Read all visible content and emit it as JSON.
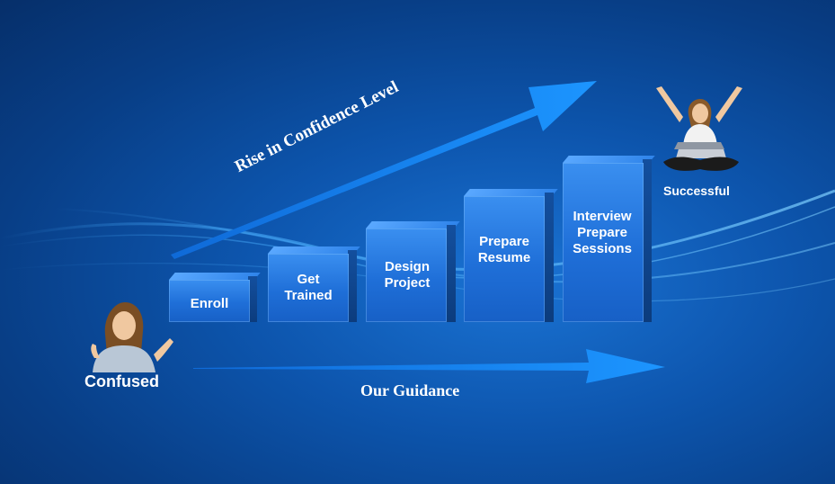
{
  "steps": [
    {
      "label": "Enroll"
    },
    {
      "label": "Get\nTrained"
    },
    {
      "label": "Design\nProject"
    },
    {
      "label": "Prepare\nResume"
    },
    {
      "label": "Interview\nPrepare\nSessions"
    }
  ],
  "start_label": "Confused",
  "end_label": "Successful",
  "rise_label": "Rise in Confidence Level",
  "guidance_label": "Our Guidance",
  "colors": {
    "background": "#0d55ad",
    "block_face": "#2a7fe6",
    "arrow": "#1a8cff",
    "text": "#ffffff"
  }
}
